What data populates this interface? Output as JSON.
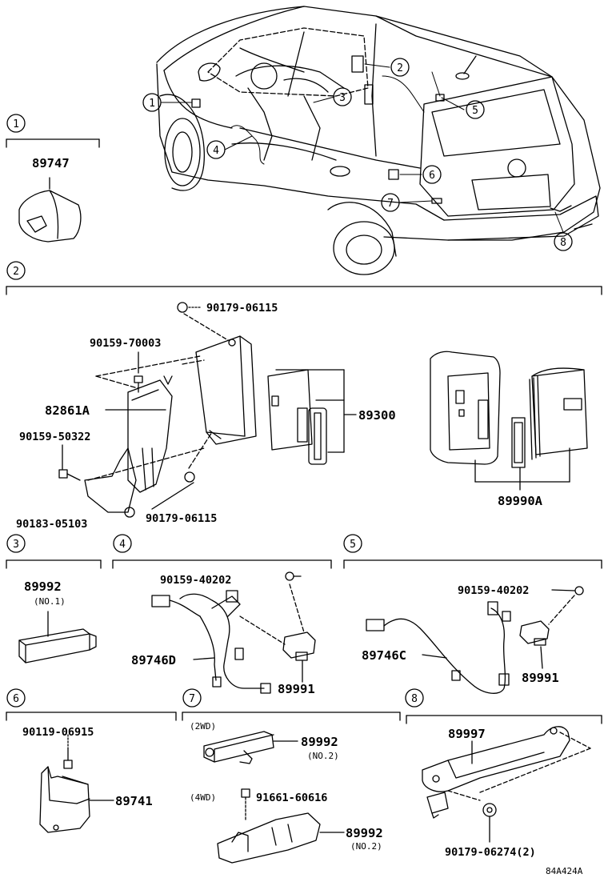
{
  "figure_code": "84A424A",
  "callouts": [
    "1",
    "2",
    "3",
    "4",
    "5",
    "6",
    "7",
    "8"
  ],
  "sec1": {
    "num": "1",
    "part": "89747"
  },
  "sec2": {
    "num": "2",
    "bolt_top": "90179-06115",
    "bolt_a": "90159-70003",
    "bracket": "82861A",
    "bolt_b": "90159-50322",
    "nut_b": "90179-06115",
    "bolt_c": "90183-05103",
    "ecu": "89300",
    "keyset": "89990A"
  },
  "sec3": {
    "num": "3",
    "part": "89992",
    "note": "(NO.1)"
  },
  "sec4": {
    "num": "4",
    "bolt": "90159-40202",
    "harness": "89746D",
    "sensor": "89991"
  },
  "sec5": {
    "num": "5",
    "bolt": "90159-40202",
    "harness": "89746C",
    "sensor": "89991"
  },
  "sec6": {
    "num": "6",
    "bolt": "90119-06915",
    "part": "89741"
  },
  "sec7": {
    "num": "7",
    "label_2wd": "(2WD)",
    "part_2wd": "89992",
    "note_2wd": "(NO.2)",
    "label_4wd": "(4WD)",
    "bolt_4wd": "91661-60616",
    "part_4wd": "89992",
    "note_4wd": "(NO.2)"
  },
  "sec8": {
    "num": "8",
    "part": "89997",
    "nut": "90179-06274(2)"
  }
}
